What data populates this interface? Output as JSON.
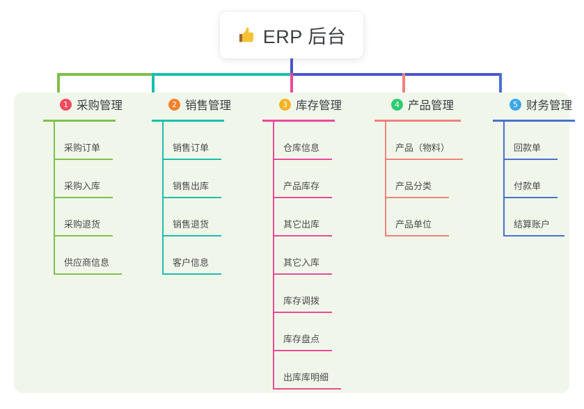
{
  "root": {
    "title": "ERP 后台",
    "icon": "thumbs-up-icon"
  },
  "colors": {
    "panel_bg": "#F0F7EA",
    "stem": "#4A55C8",
    "branch_1": "#7FC04A",
    "branch_2": "#18BFAE",
    "branch_3": "#EC4899",
    "branch_4": "#F2807E",
    "branch_5": "#4A6FD0",
    "badge_1": "#F2495C",
    "badge_2": "#F5812A",
    "badge_3": "#F5B324",
    "badge_4": "#2ECC71",
    "badge_5": "#3BA7E8"
  },
  "branches": [
    {
      "number": "1",
      "title": "采购管理",
      "badge_color": "#F2495C",
      "line_color": "#7FC04A",
      "items": [
        {
          "label": "采购订单",
          "rule_width": 85
        },
        {
          "label": "采购入库",
          "rule_width": 85
        },
        {
          "label": "采购退货",
          "rule_width": 85
        },
        {
          "label": "供应商信息",
          "rule_width": 98
        }
      ]
    },
    {
      "number": "2",
      "title": "销售管理",
      "badge_color": "#F5812A",
      "line_color": "#18BFAE",
      "items": [
        {
          "label": "销售订单",
          "rule_width": 85
        },
        {
          "label": "销售出库",
          "rule_width": 85
        },
        {
          "label": "销售退货",
          "rule_width": 85
        },
        {
          "label": "客户信息",
          "rule_width": 85
        }
      ]
    },
    {
      "number": "3",
      "title": "库存管理",
      "badge_color": "#F5B324",
      "line_color": "#EC4899",
      "items": [
        {
          "label": "仓库信息",
          "rule_width": 85
        },
        {
          "label": "产品库存",
          "rule_width": 85
        },
        {
          "label": "其它出库",
          "rule_width": 85
        },
        {
          "label": "其它入库",
          "rule_width": 85
        },
        {
          "label": "库存调拨",
          "rule_width": 85
        },
        {
          "label": "库存盘点",
          "rule_width": 85
        },
        {
          "label": "出库库明细",
          "rule_width": 98
        }
      ]
    },
    {
      "number": "4",
      "title": "产品管理",
      "badge_color": "#2ECC71",
      "line_color": "#F2807E",
      "items": [
        {
          "label": "产品（物料）",
          "rule_width": 112
        },
        {
          "label": "产品分类",
          "rule_width": 92
        },
        {
          "label": "产品单位",
          "rule_width": 92
        }
      ]
    },
    {
      "number": "5",
      "title": "财务管理",
      "badge_color": "#3BA7E8",
      "line_color": "#4A6FD0",
      "items": [
        {
          "label": "回款单",
          "rule_width": 78
        },
        {
          "label": "付款单",
          "rule_width": 78
        },
        {
          "label": "结算账户",
          "rule_width": 88
        }
      ]
    }
  ]
}
